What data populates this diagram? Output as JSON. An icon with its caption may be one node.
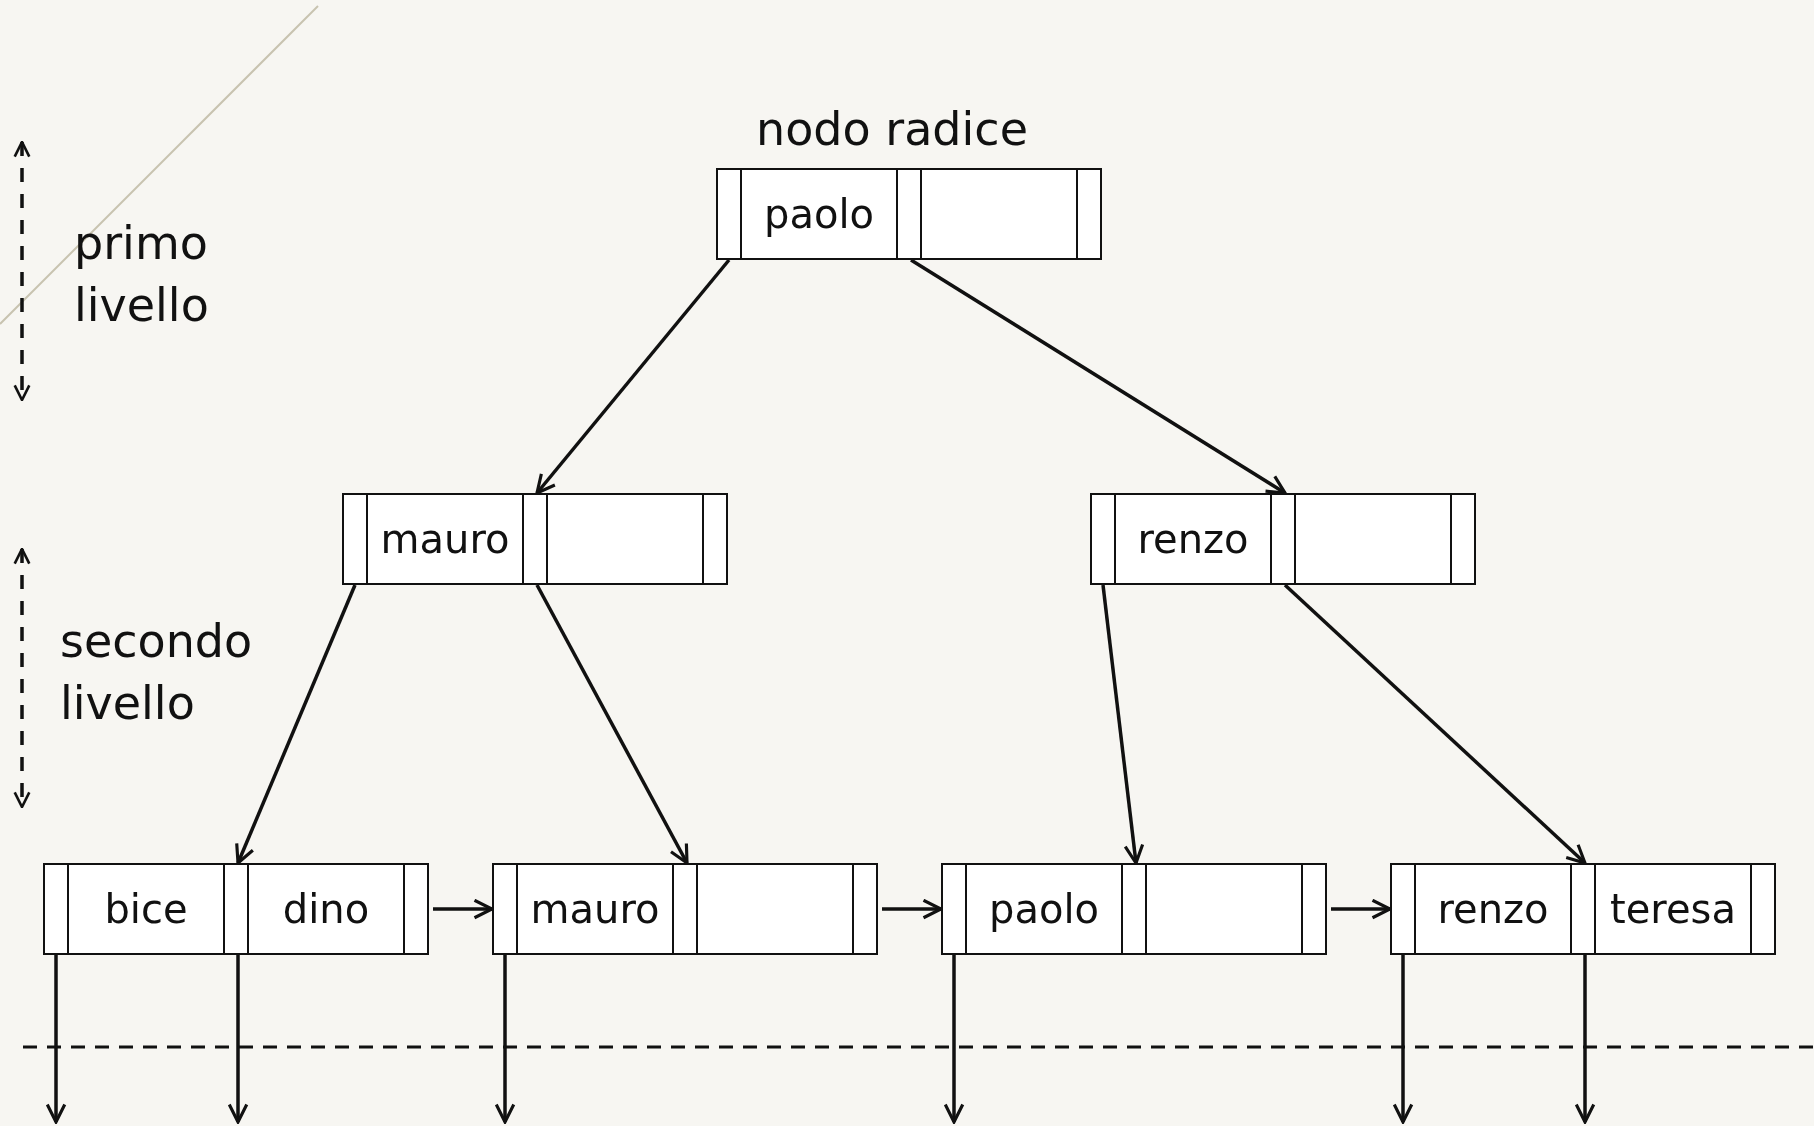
{
  "diagram": {
    "nodes": [
      {
        "text": [
          "paolo"
        ],
        "beside": [
          "nodo radice"
        ]
      },
      {
        "text": [
          "mauro"
        ]
      },
      {
        "text": [
          "renzo"
        ]
      },
      {
        "text": [
          "bice",
          "dino"
        ]
      },
      {
        "text": [
          "mauro"
        ]
      },
      {
        "text": [
          "paolo"
        ]
      },
      {
        "text": [
          "renzo",
          "teresa"
        ]
      }
    ],
    "edges": [
      {
        "from": 0,
        "to": 1,
        "arrow": "to"
      },
      {
        "from": 0,
        "to": 2,
        "arrow": "to"
      },
      {
        "from": 1,
        "to": 3,
        "arrow": "to"
      },
      {
        "from": 1,
        "to": 4,
        "arrow": "to"
      },
      {
        "from": 2,
        "to": 5,
        "arrow": "to"
      },
      {
        "from": 2,
        "to": 6,
        "arrow": "to"
      },
      {
        "from": 3,
        "to": 4,
        "arrow": "to"
      },
      {
        "from": 4,
        "to": 5,
        "arrow": "to"
      },
      {
        "from": 5,
        "to": 6,
        "arrow": "to"
      },
      {
        "from": 3,
        "to": null,
        "arrow": "to"
      },
      {
        "from": 3,
        "to": null,
        "arrow": "to"
      },
      {
        "from": 4,
        "to": null,
        "arrow": "to"
      },
      {
        "from": 5,
        "to": null,
        "arrow": "to"
      },
      {
        "from": 6,
        "to": null,
        "arrow": "to"
      },
      {
        "from": 6,
        "to": null,
        "arrow": "to"
      }
    ],
    "labels": [
      "primo livello",
      "secondo livello"
    ]
  }
}
